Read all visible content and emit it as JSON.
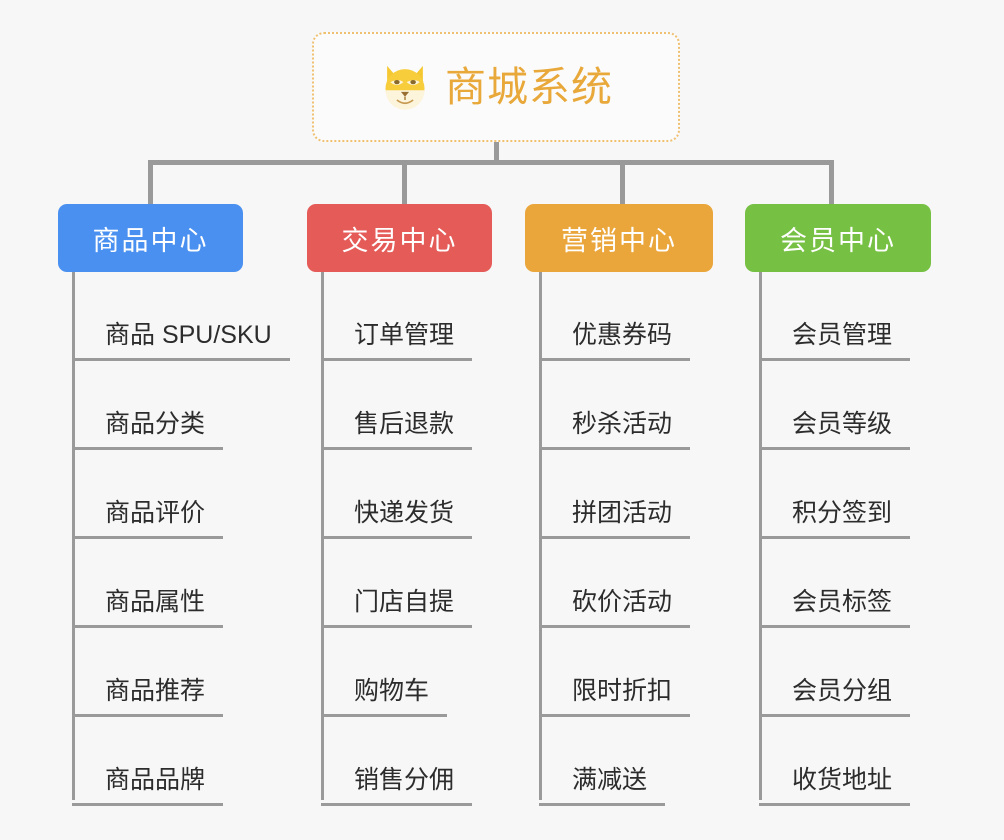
{
  "root": {
    "title": "商城系统",
    "icon": "shiba-dog-face-icon",
    "border_color": "#efc070",
    "text_color": "#e8a83a"
  },
  "connector_color": "#9a9a9a",
  "background_color": "#f7f7f7",
  "branches": [
    {
      "label": "商品中心",
      "color": "#4a90f0",
      "items": [
        "商品 SPU/SKU",
        "商品分类",
        "商品评价",
        "商品属性",
        "商品推荐",
        "商品品牌"
      ]
    },
    {
      "label": "交易中心",
      "color": "#e45b58",
      "items": [
        "订单管理",
        "售后退款",
        "快递发货",
        "门店自提",
        "购物车",
        "销售分佣"
      ]
    },
    {
      "label": "营销中心",
      "color": "#eaa63b",
      "items": [
        "优惠券码",
        "秒杀活动",
        "拼团活动",
        "砍价活动",
        "限时折扣",
        "满减送"
      ]
    },
    {
      "label": "会员中心",
      "color": "#76c043",
      "items": [
        "会员管理",
        "会员等级",
        "积分签到",
        "会员标签",
        "会员分组",
        "收货地址"
      ]
    }
  ]
}
